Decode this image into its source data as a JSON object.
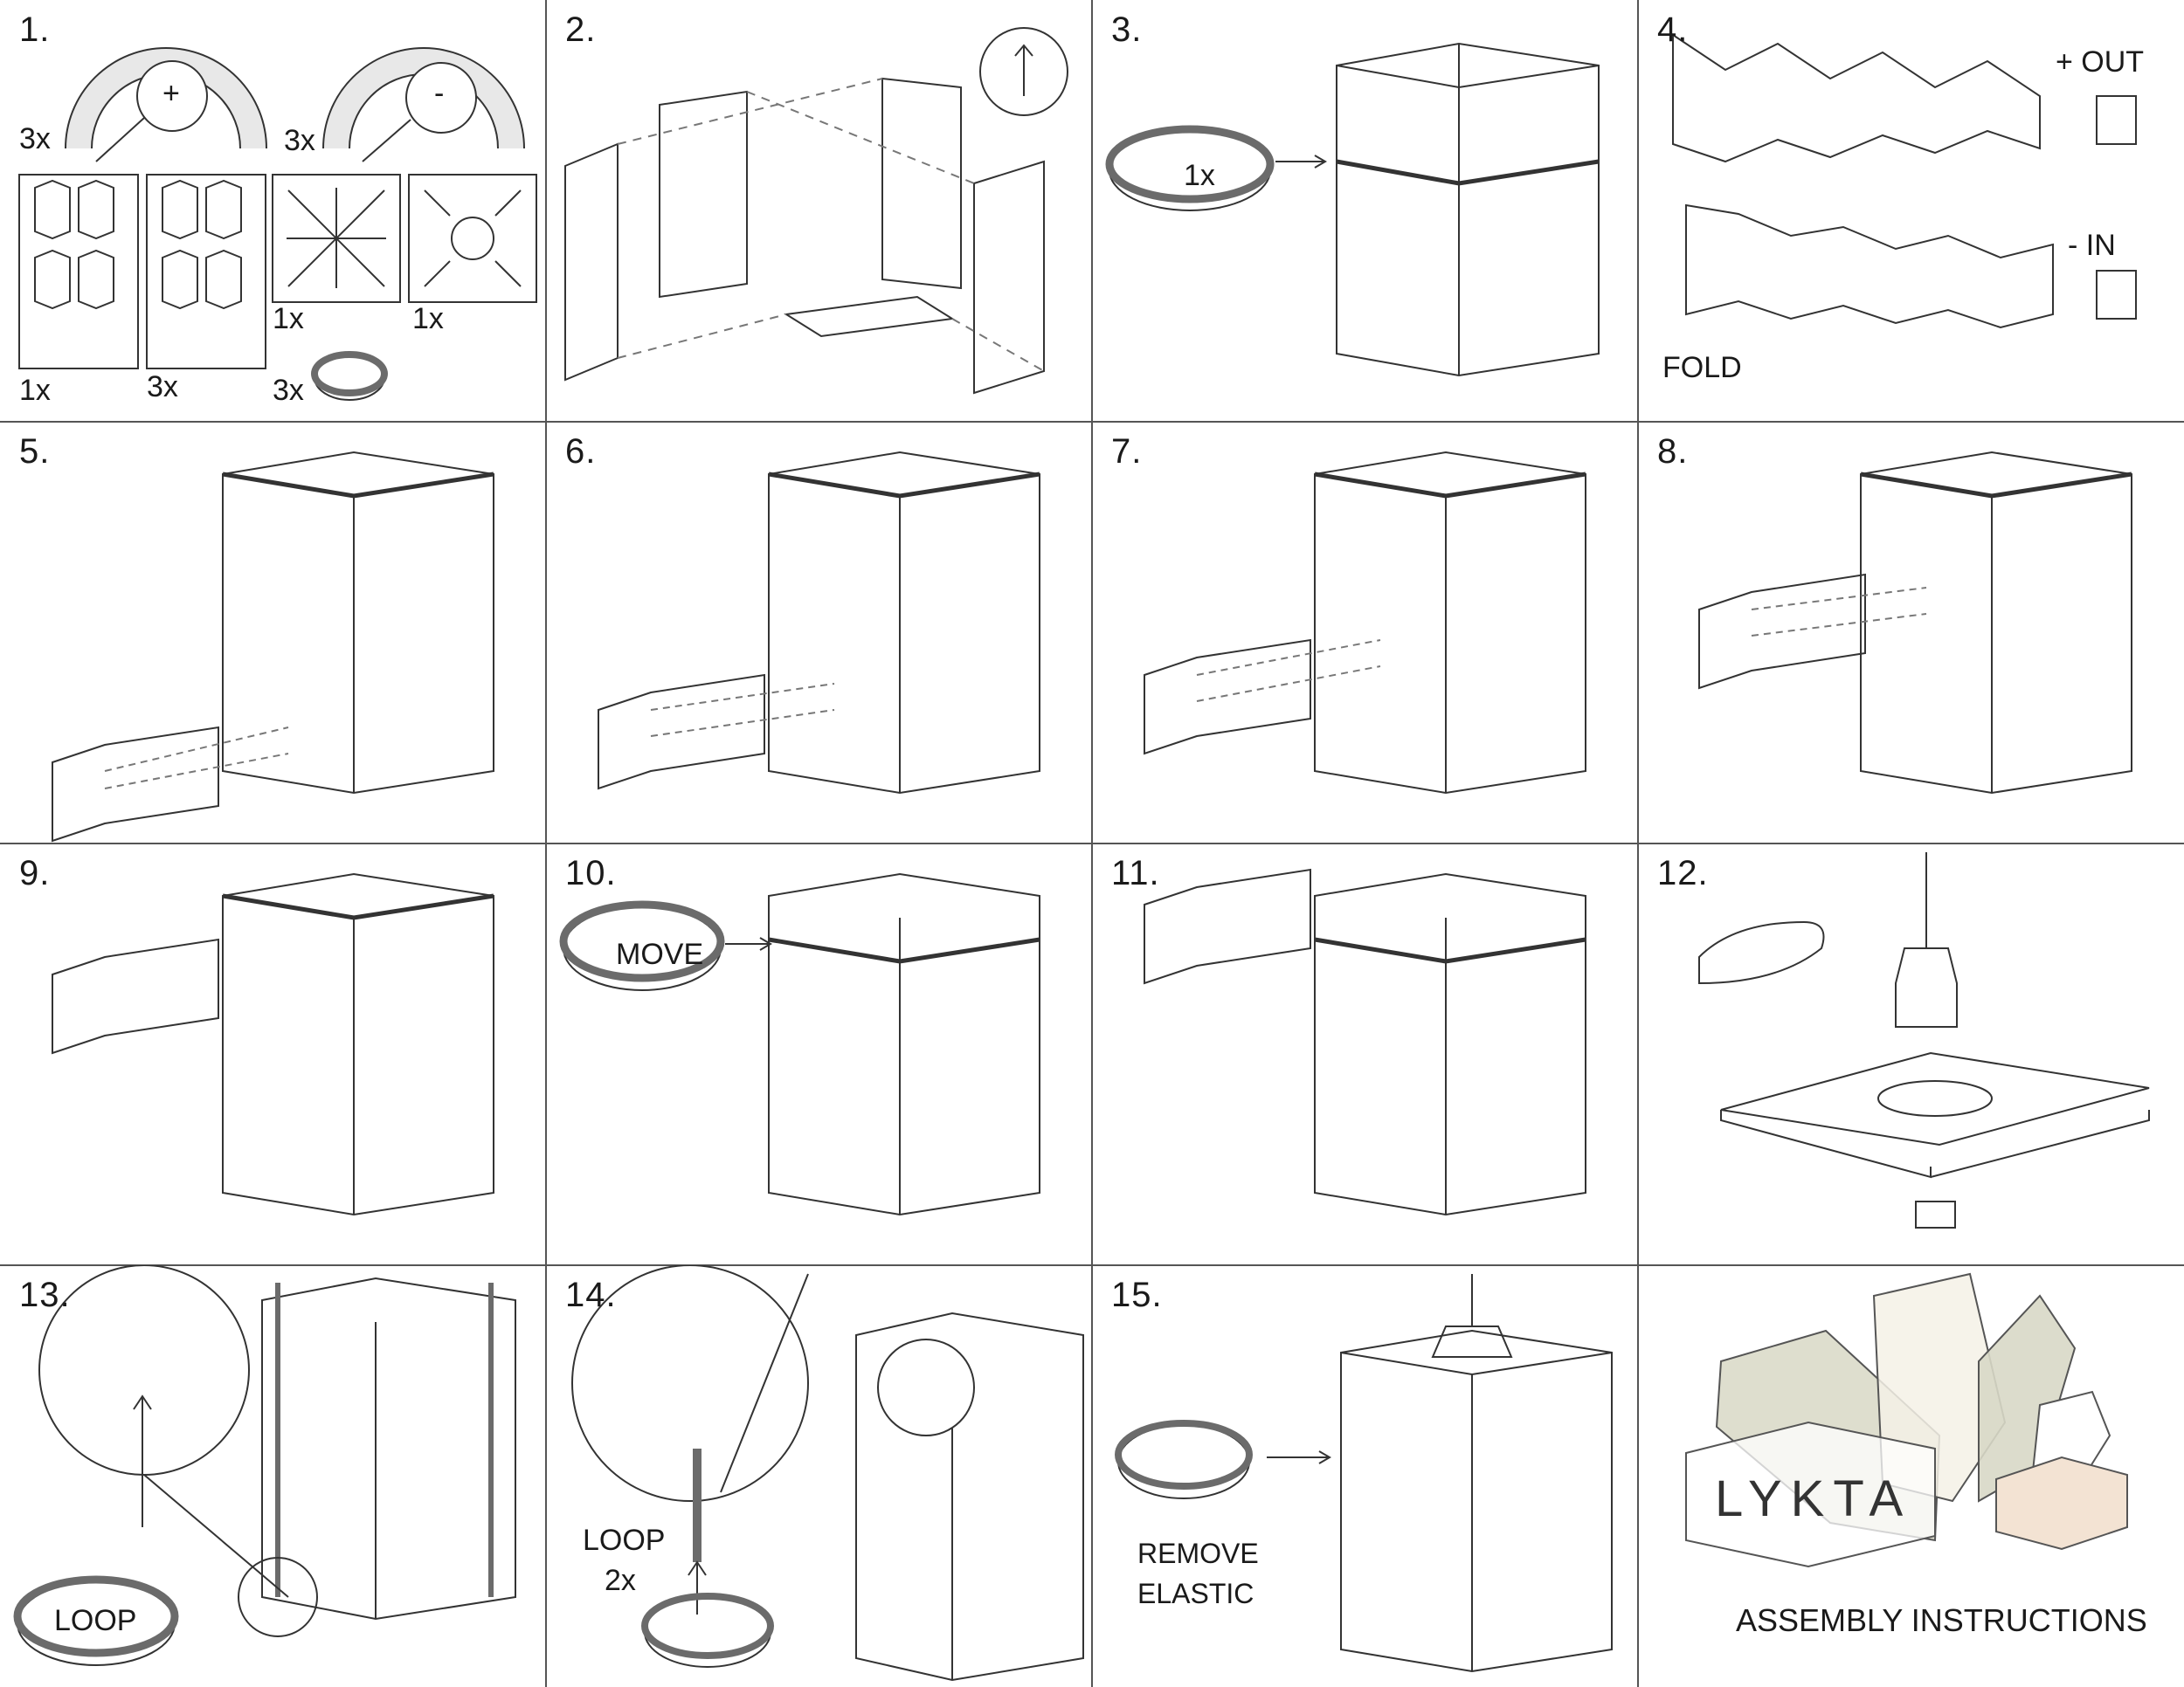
{
  "steps": [
    {
      "number": "1.",
      "labels": {
        "arch_plus_count": "3x",
        "arch_minus_count": "3x",
        "panel_a_count": "1x",
        "panel_b_count": "3x",
        "base_a_count": "1x",
        "base_b_count": "1x",
        "elastic_count": "3x",
        "plus_sign": "+",
        "minus_sign": "-"
      }
    },
    {
      "number": "2.",
      "labels": {}
    },
    {
      "number": "3.",
      "labels": {
        "elastic_count": "1x"
      }
    },
    {
      "number": "4.",
      "labels": {
        "out": "+ OUT",
        "in": "-  IN",
        "fold": "FOLD"
      }
    },
    {
      "number": "5.",
      "labels": {}
    },
    {
      "number": "6.",
      "labels": {}
    },
    {
      "number": "7.",
      "labels": {}
    },
    {
      "number": "8.",
      "labels": {}
    },
    {
      "number": "9.",
      "labels": {}
    },
    {
      "number": "10.",
      "labels": {
        "move": "MOVE"
      }
    },
    {
      "number": "11.",
      "labels": {}
    },
    {
      "number": "12.",
      "labels": {}
    },
    {
      "number": "13.",
      "labels": {
        "loop": "LOOP"
      }
    },
    {
      "number": "14.",
      "labels": {
        "loop": "LOOP",
        "count": "2x"
      }
    },
    {
      "number": "15.",
      "labels": {
        "remove_1": "REMOVE",
        "remove_2": "ELASTIC"
      }
    }
  ],
  "brand": {
    "logo_text": "LYKTA",
    "caption": "ASSEMBLY INSTRUCTIONS"
  },
  "colors": {
    "line": "#333333",
    "elastic": "#6b6b6b",
    "logo_olive": "#d8d8c6",
    "logo_peach": "#f3e3d3",
    "logo_cream": "#f4f1e6"
  }
}
